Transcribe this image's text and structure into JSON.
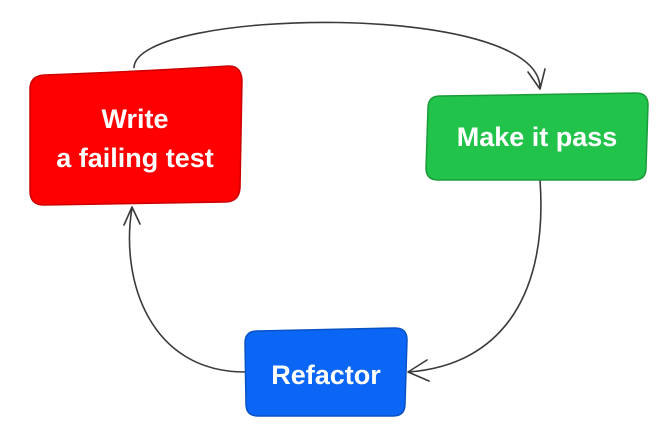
{
  "nodes": {
    "write": {
      "line1": "Write",
      "line2": "a failing test",
      "color": "#ff0000"
    },
    "pass": {
      "label": "Make it pass",
      "color": "#22c34a"
    },
    "refactor": {
      "label": "Refactor",
      "color": "#0b66f5"
    }
  },
  "arrow_color": "#3a3a3a"
}
